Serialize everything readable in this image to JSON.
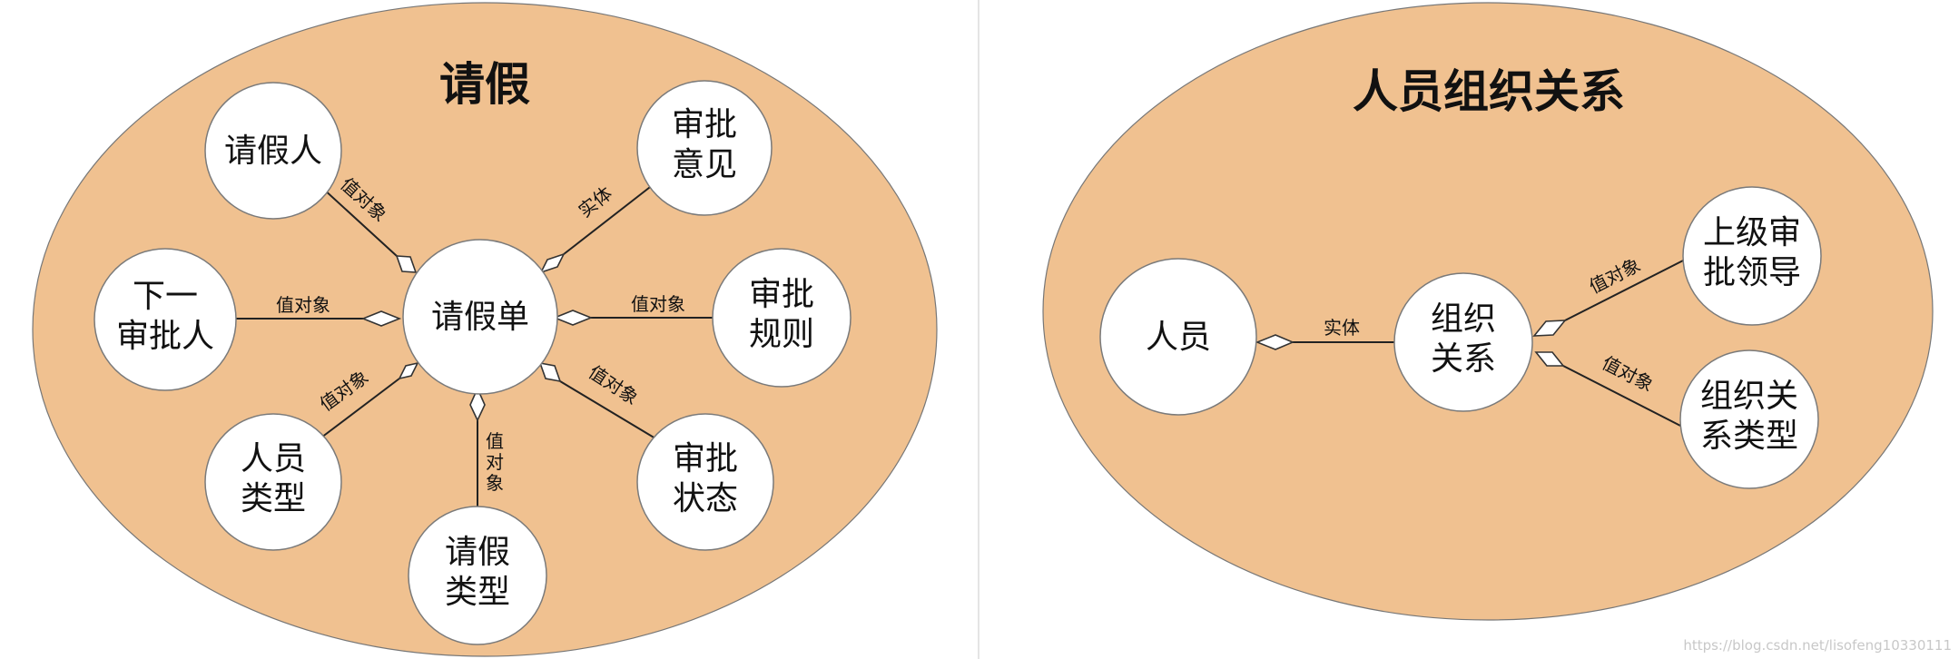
{
  "panels": [
    {
      "title": "请假",
      "nodes": [
        {
          "id": "leave-form",
          "lines": [
            "请假单"
          ]
        },
        {
          "id": "applicant",
          "lines": [
            "请假人"
          ]
        },
        {
          "id": "approval-opinion",
          "lines": [
            "审批",
            "意见"
          ]
        },
        {
          "id": "next-approver",
          "lines": [
            "下一",
            "审批人"
          ]
        },
        {
          "id": "approval-rule",
          "lines": [
            "审批",
            "规则"
          ]
        },
        {
          "id": "person-type",
          "lines": [
            "人员",
            "类型"
          ]
        },
        {
          "id": "approval-status",
          "lines": [
            "审批",
            "状态"
          ]
        },
        {
          "id": "leave-type",
          "lines": [
            "请假",
            "类型"
          ]
        }
      ],
      "edges": [
        {
          "from": "applicant",
          "label": "值对象"
        },
        {
          "from": "approval-opinion",
          "label": "实体"
        },
        {
          "from": "next-approver",
          "label": "值对象"
        },
        {
          "from": "approval-rule",
          "label": "值对象"
        },
        {
          "from": "person-type",
          "label": "值对象"
        },
        {
          "from": "approval-status",
          "label": "值对象"
        },
        {
          "from": "leave-type",
          "label": "值对象"
        }
      ]
    },
    {
      "title": "人员组织关系",
      "nodes": [
        {
          "id": "person",
          "lines": [
            "人员"
          ]
        },
        {
          "id": "org-relation",
          "lines": [
            "组织",
            "关系"
          ]
        },
        {
          "id": "superior",
          "lines": [
            "上级审",
            "批领导"
          ]
        },
        {
          "id": "org-relation-type",
          "lines": [
            "组织关",
            "系类型"
          ]
        }
      ],
      "edges": [
        {
          "from": "org-relation",
          "label": "实体"
        },
        {
          "from": "superior",
          "label": "值对象"
        },
        {
          "from": "org-relation-type",
          "label": "值对象"
        }
      ]
    }
  ],
  "watermark": "https://blog.csdn.net/lisofeng10330111"
}
